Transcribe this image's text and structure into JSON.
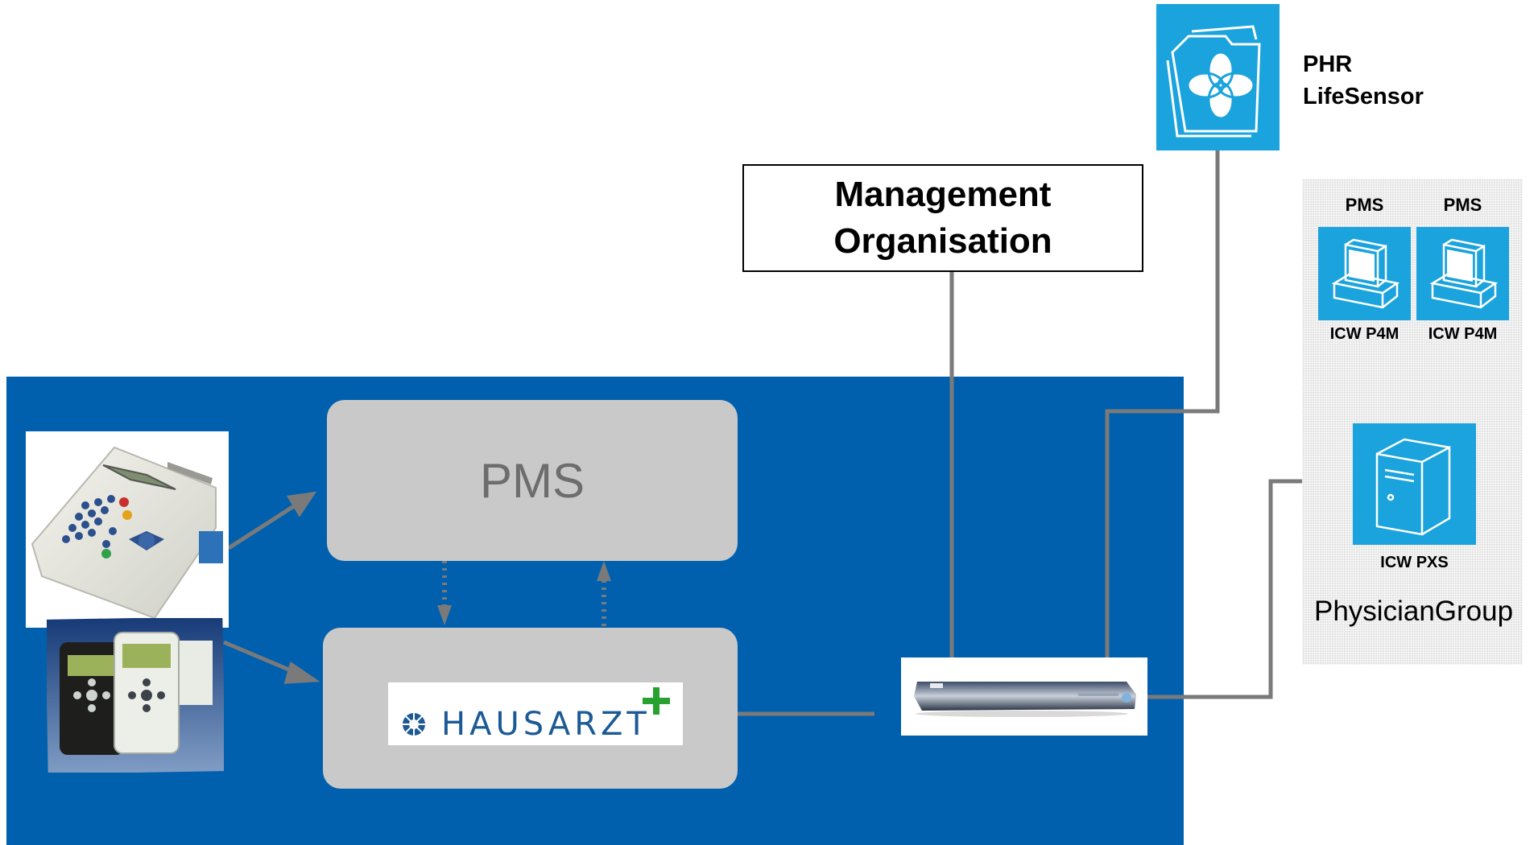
{
  "diagram": {
    "management_organisation": "Management\nOrganisation",
    "phr": {
      "label": "PHR\nLifeSensor",
      "icon": "folder-flower-icon"
    },
    "physician_group": {
      "label": "PhysicianGroup",
      "workstations": [
        {
          "header": "PMS",
          "footer": "ICW P4M",
          "icon": "workstation-icon"
        },
        {
          "header": "PMS",
          "footer": "ICW P4M",
          "icon": "workstation-icon"
        }
      ],
      "server": {
        "label": "ICW PXS",
        "icon": "server-tower-icon"
      }
    },
    "practice": {
      "pms_label": "PMS",
      "hausarzt_logo_text": "HAUSARZT",
      "card_reader_icon": "card-reader-terminal-icon",
      "mobile_reader_icon": "mobile-card-reader-icon",
      "connector_icon": "network-appliance-icon"
    },
    "colors": {
      "practice_background": "#0060ae",
      "tile_blue": "#1aa3dc",
      "box_grey": "#c9c9c9",
      "line_grey": "#7a7a7a",
      "hausarzt_blue": "#1c5a96",
      "hausarzt_green": "#27a12f"
    }
  }
}
